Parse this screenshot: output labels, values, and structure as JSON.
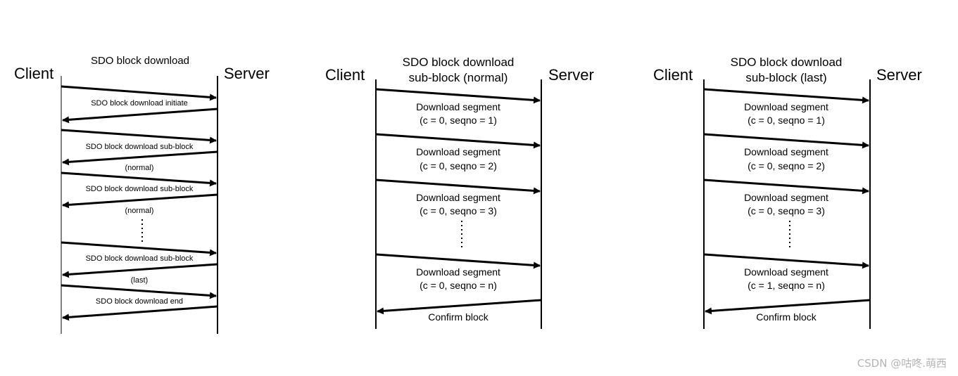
{
  "panels": [
    {
      "id": "overview",
      "title_lines": [
        "SDO block download"
      ],
      "client_label": "Client",
      "server_label": "Server",
      "messages": [
        {
          "label": "",
          "dir": "right"
        },
        {
          "label": "SDO block download initiate",
          "dir": "left"
        },
        {
          "label": "",
          "dir": "right"
        },
        {
          "label": "SDO block download sub-block",
          "dir": "left"
        },
        {
          "label": "(normal)",
          "dir": "none"
        },
        {
          "label": "",
          "dir": "right"
        },
        {
          "label": "SDO block download sub-block",
          "dir": "left"
        },
        {
          "label": "(normal)",
          "dir": "none"
        },
        {
          "label": "",
          "dir": "right"
        },
        {
          "label": "SDO block download sub-block",
          "dir": "left"
        },
        {
          "label": "(last)",
          "dir": "none"
        },
        {
          "label": "",
          "dir": "right"
        },
        {
          "label": "SDO block download end",
          "dir": "left"
        }
      ]
    },
    {
      "id": "normal",
      "title_lines": [
        "SDO block download",
        "sub-block (normal)"
      ],
      "client_label": "Client",
      "server_label": "Server",
      "messages": [
        {
          "lines": [
            "Download segment",
            "(c = 0, seqno = 1)"
          ],
          "dir": "right"
        },
        {
          "lines": [
            "Download segment",
            "(c = 0, seqno = 2)"
          ],
          "dir": "right"
        },
        {
          "lines": [
            "Download segment",
            "(c = 0, seqno = 3)"
          ],
          "dir": "right"
        },
        {
          "lines": [
            "Download segment",
            "(c = 0, seqno = n)"
          ],
          "dir": "right"
        },
        {
          "lines": [
            "Confirm block"
          ],
          "dir": "left"
        }
      ]
    },
    {
      "id": "last",
      "title_lines": [
        "SDO block download",
        "sub-block (last)"
      ],
      "client_label": "Client",
      "server_label": "Server",
      "messages": [
        {
          "lines": [
            "Download segment",
            "(c = 0, seqno = 1)"
          ],
          "dir": "right"
        },
        {
          "lines": [
            "Download segment",
            "(c = 0, seqno = 2)"
          ],
          "dir": "right"
        },
        {
          "lines": [
            "Download segment",
            "(c = 0, seqno = 3)"
          ],
          "dir": "right"
        },
        {
          "lines": [
            "Download segment",
            "(c = 1, seqno = n)"
          ],
          "dir": "right"
        },
        {
          "lines": [
            "Confirm block"
          ],
          "dir": "left"
        }
      ]
    }
  ],
  "watermark": "CSDN @咕咚.萌西"
}
